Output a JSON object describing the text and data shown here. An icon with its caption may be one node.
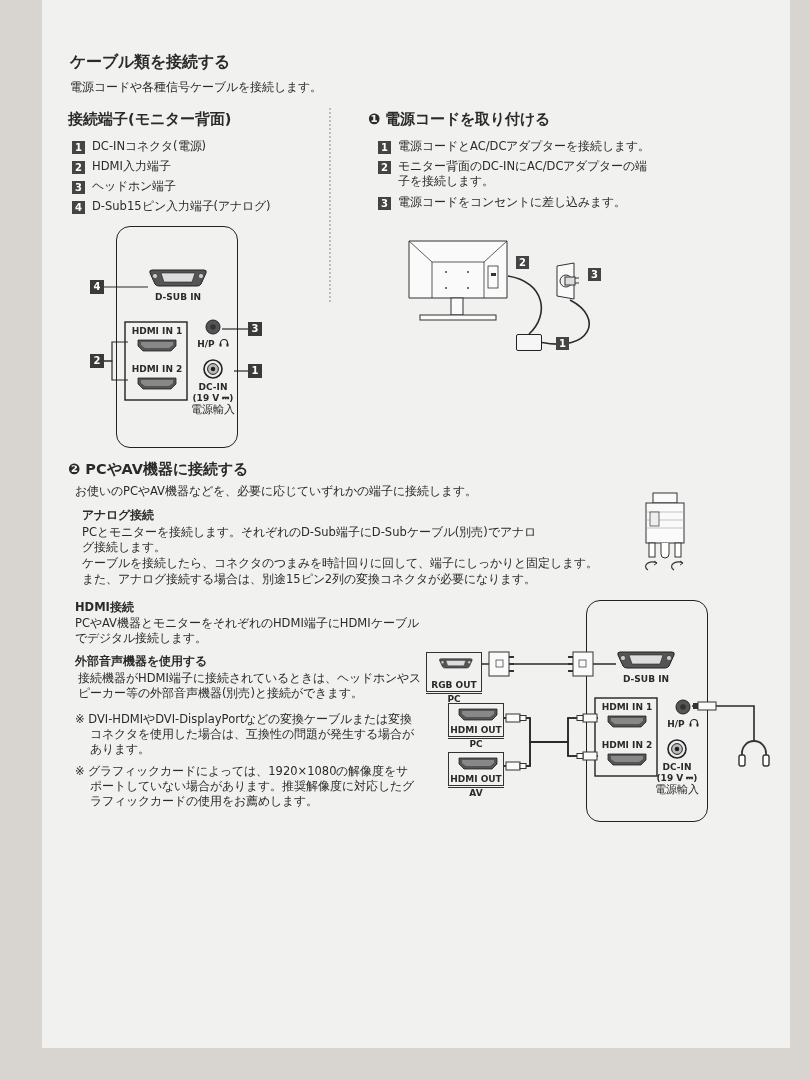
{
  "diagram": {
    "nodes": [
      {
        "text": [],
        "shape": "box"
      },
      {
        "text": [
          "D-SUB IN"
        ],
        "in": 0
      },
      {
        "text": [
          "HDMI IN 1"
        ],
        "in": 0
      },
      {
        "text": [
          "HDMI IN 2"
        ],
        "in": 0
      },
      {
        "text": [
          "H/P"
        ],
        "in": 0
      },
      {
        "text": [
          "DC-IN",
          "(19 V ⎓)",
          "電源輸入"
        ],
        "in": 0
      },
      {
        "text": [
          "4"
        ]
      },
      {
        "text": [
          "2"
        ]
      },
      {
        "text": [
          "3"
        ]
      },
      {
        "text": [
          "1"
        ]
      },
      {
        "text": [],
        "shape": "picture"
      },
      {
        "text": [],
        "shape": "box"
      },
      {
        "text": [],
        "shape": "picture"
      },
      {
        "text": [],
        "shape": "box"
      },
      {
        "text": [
          "D-SUB IN"
        ],
        "in": 13
      },
      {
        "text": [
          "HDMI IN 1"
        ],
        "in": 13
      },
      {
        "text": [
          "HDMI IN 2"
        ],
        "in": 13
      },
      {
        "text": [
          "H/P"
        ],
        "in": 13
      },
      {
        "text": [
          "DC-IN",
          "(19 V ⎓)",
          "電源輸入"
        ],
        "in": 13
      },
      {
        "text": [
          "RGB OUT",
          "PC"
        ]
      },
      {
        "text": [
          "HDMI OUT",
          "PC"
        ]
      },
      {
        "text": [
          "HDMI OUT",
          "AV"
        ]
      },
      {
        "text": [],
        "shape": "picture"
      }
    ],
    "edges": [
      {
        "from": 6,
        "to": 1,
        "arrow": "none"
      },
      {
        "from": 7,
        "to": 2,
        "arrow": "none"
      },
      {
        "from": 7,
        "to": 3,
        "arrow": "none"
      },
      {
        "from": 8,
        "to": 4,
        "arrow": "none"
      },
      {
        "from": 9,
        "to": 5,
        "arrow": "none"
      },
      {
        "from": 10,
        "to": 11,
        "arrow": "none"
      },
      {
        "from": 11,
        "to": 12,
        "arrow": "none"
      },
      {
        "from": 19,
        "to": 14,
        "arrow": "none"
      },
      {
        "from": 20,
        "to": 15,
        "arrow": "none"
      },
      {
        "from": 20,
        "to": 16,
        "arrow": "none"
      },
      {
        "from": 21,
        "to": 15,
        "arrow": "none"
      },
      {
        "from": 21,
        "to": 16,
        "arrow": "none"
      },
      {
        "from": 17,
        "to": 22,
        "arrow": "none"
      }
    ],
    "labels": [
      "ケーブル類を接続する",
      "電源コードや各種信号ケーブルを接続します。",
      "接続端子(モニター背面)",
      "1",
      "DC-INコネクタ(電源)",
      "2",
      "HDMI入力端子",
      "3",
      "ヘッドホン端子",
      "4",
      "D-Sub15ピン入力端子(アナログ)",
      "❶ 電源コードを取り付ける",
      "1",
      "電源コードとAC/DCアダプターを接続します。",
      "2",
      "モニター背面のDC-INにAC/DCアダプターの端子を接続します。",
      "3",
      "電源コードをコンセントに差し込みます。",
      "2",
      "3",
      "1",
      "❷ PCやAV機器に接続する",
      "お使いのPCやAV機器などを、必要に応じていずれかの端子に接続します。",
      "アナログ接続",
      "PCとモニターを接続します。それぞれのD-Sub端子にD-Subケーブル(別売)でアナログ接続します。",
      "ケーブルを接続したら、コネクタのつまみを時計回りに回して、端子にしっかりと固定します。",
      "また、アナログ接続する場合は、別途15ピン2列の変換コネクタが必要になります。",
      "HDMI接続",
      "PCやAV機器とモニターをそれぞれのHDMI端子にHDMIケーブルでデジタル接続します。",
      "外部音声機器を使用する",
      "接続機器がHDMI端子に接続されているときは、ヘッドホンやスピーカー等の外部音声機器(別売)と接続ができます。",
      "※ DVI-HDMIやDVI-DisplayPortなどの変換ケーブルまたは変換コネクタを使用した場合は、互換性の問題が発生する場合があります。",
      "※ グラフィックカードによっては、1920×1080の解像度をサポートしていない場合があります。推奨解像度に対応したグラフィックカードの使用をお薦めします。"
    ]
  }
}
